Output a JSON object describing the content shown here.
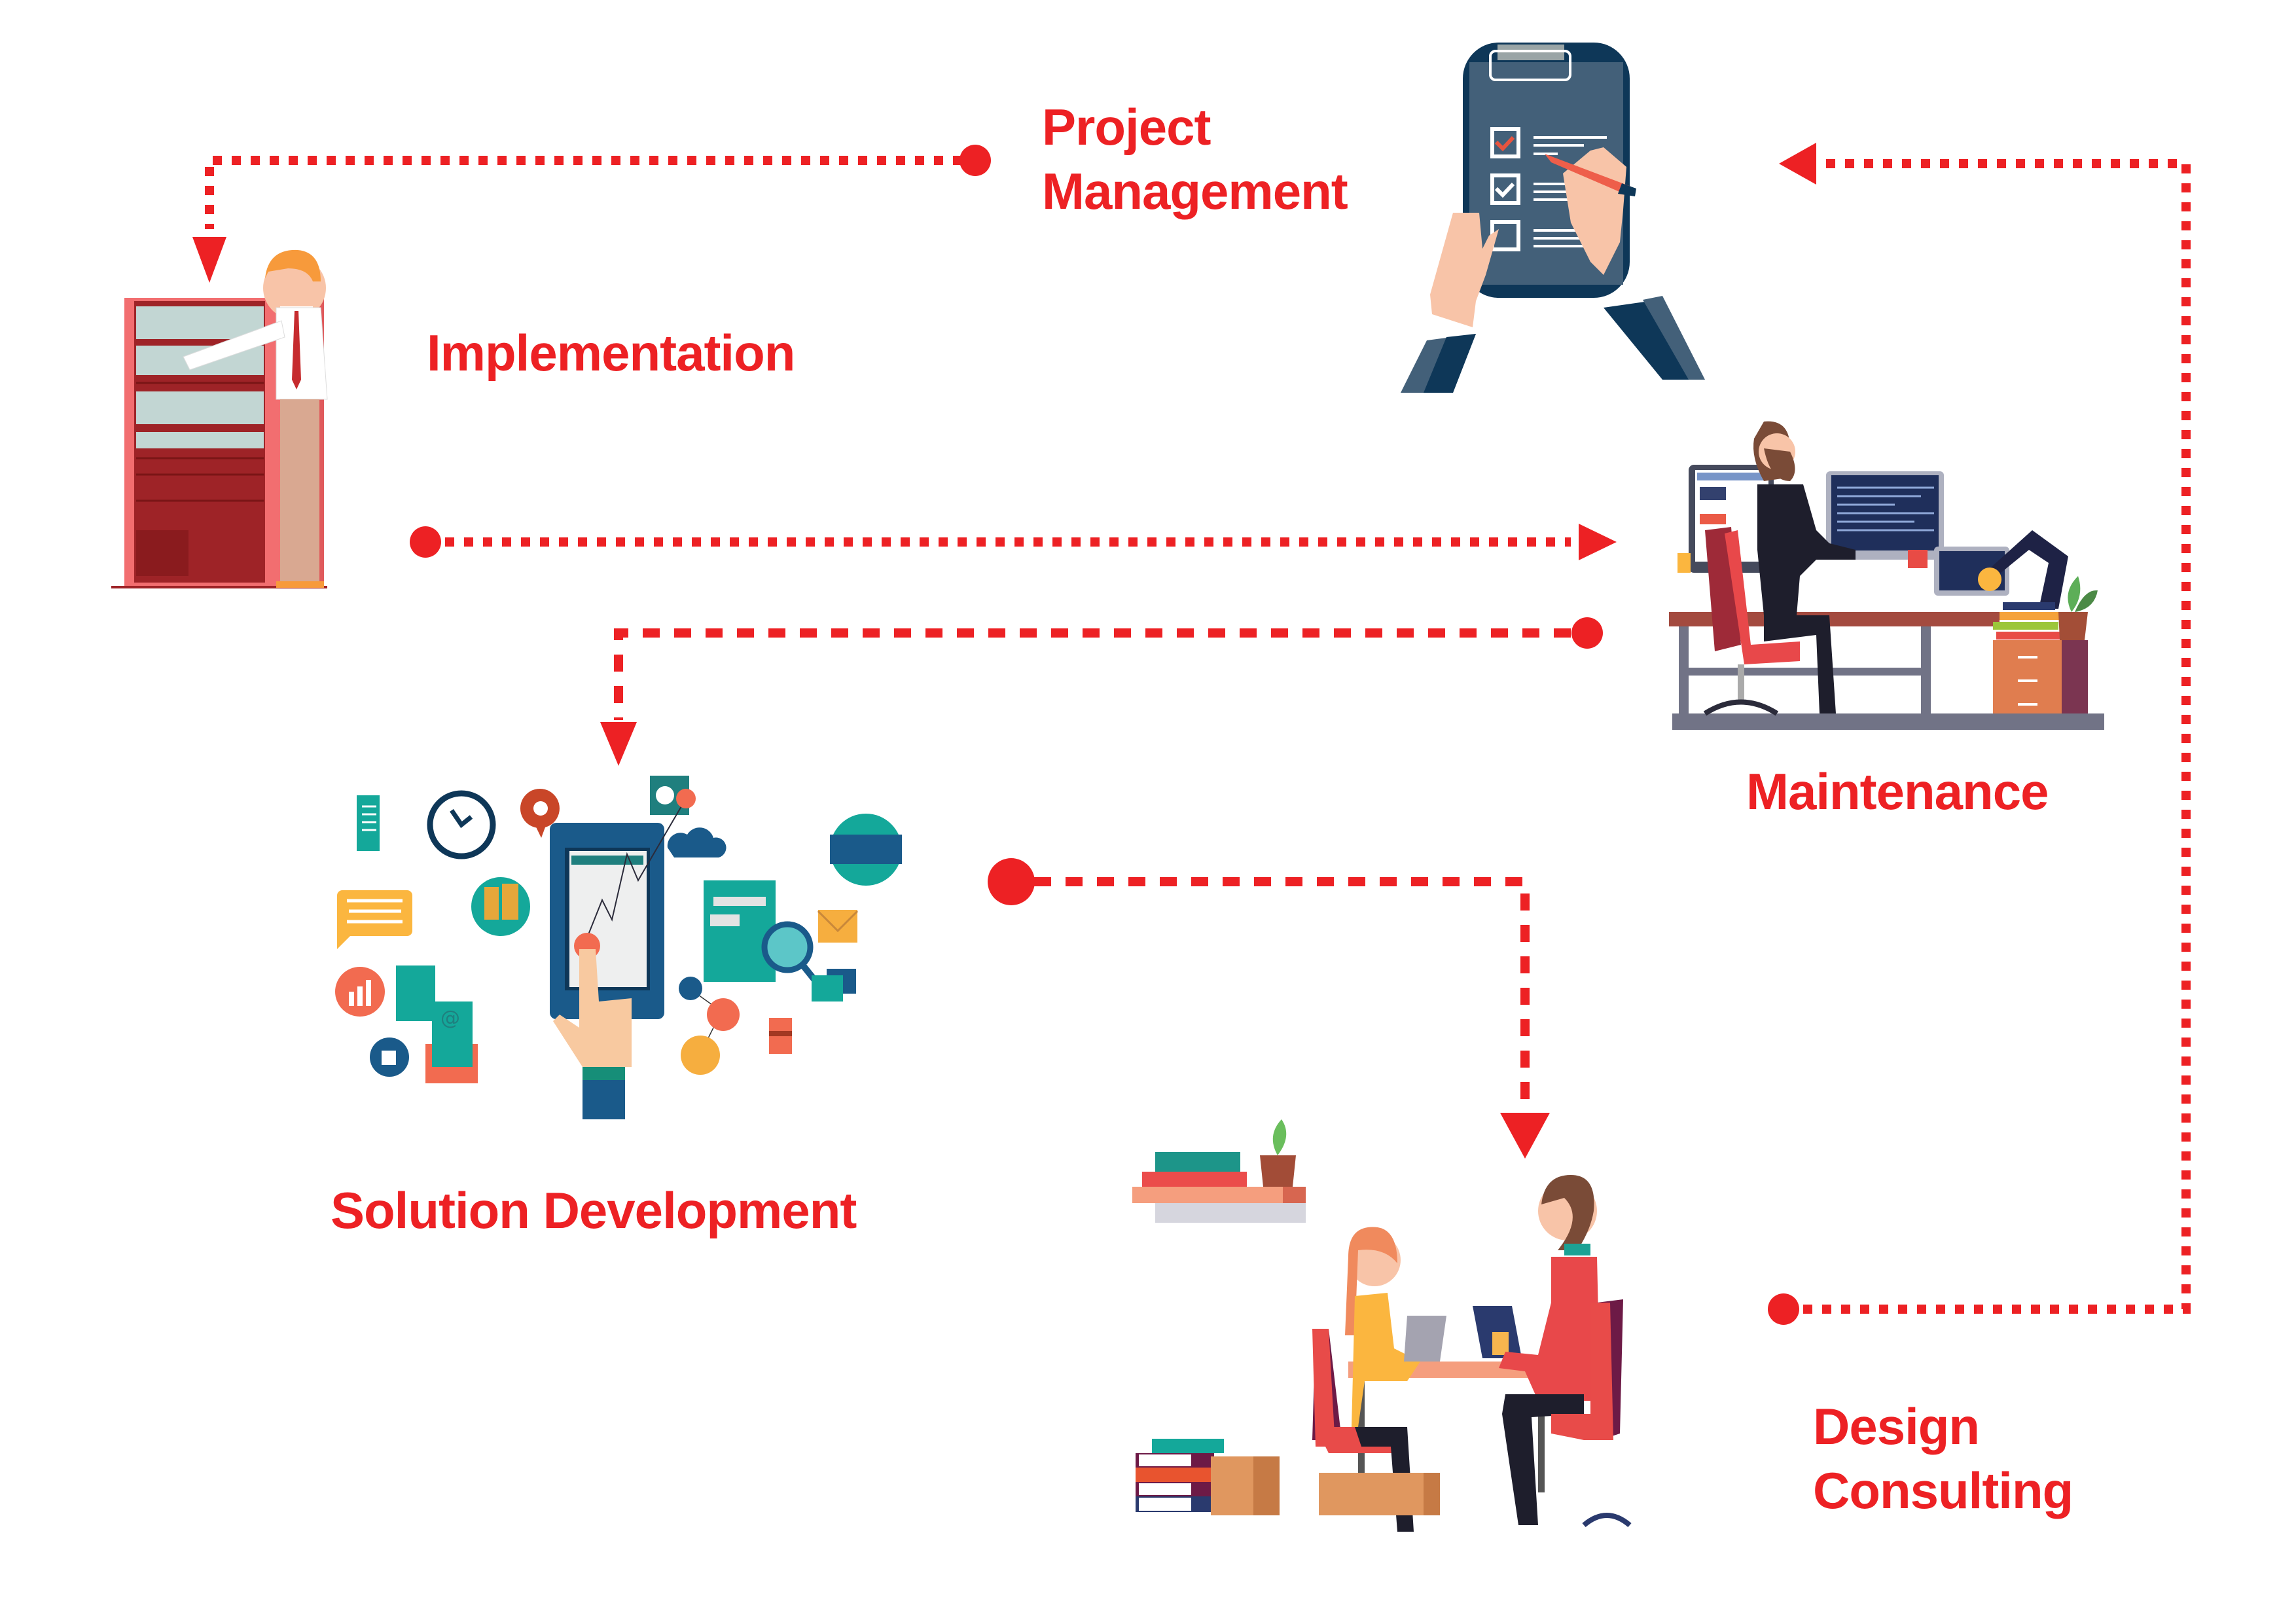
{
  "colors": {
    "accent": "#ED2124",
    "navy": "#0E3758",
    "slate": "#436079",
    "teal": "#14A89A",
    "orange": "#F26B50",
    "yellow": "#FBB63F",
    "skin": "#F8C4A8"
  },
  "stages": [
    {
      "id": "project-management",
      "lines": [
        "Project",
        "Management"
      ],
      "icon": "clipboard-checklist-icon"
    },
    {
      "id": "implementation",
      "lines": [
        "Implementation"
      ],
      "icon": "server-rack-engineer-icon"
    },
    {
      "id": "maintenance",
      "lines": [
        "Maintenance"
      ],
      "icon": "developer-desk-icon"
    },
    {
      "id": "solution-development",
      "lines": [
        "Solution Development"
      ],
      "icon": "digital-solutions-icon"
    },
    {
      "id": "design-consulting",
      "lines": [
        "Design",
        "Consulting"
      ],
      "icon": "consulting-meeting-icon"
    }
  ],
  "flow": [
    {
      "from": "project-management",
      "to": "implementation",
      "style": "dotted"
    },
    {
      "from": "implementation",
      "to": "maintenance",
      "style": "dotted"
    },
    {
      "from": "maintenance",
      "to": "solution-development",
      "style": "dashed"
    },
    {
      "from": "solution-development",
      "to": "design-consulting",
      "style": "dashed"
    },
    {
      "from": "design-consulting",
      "to": "project-management",
      "style": "dotted"
    }
  ]
}
